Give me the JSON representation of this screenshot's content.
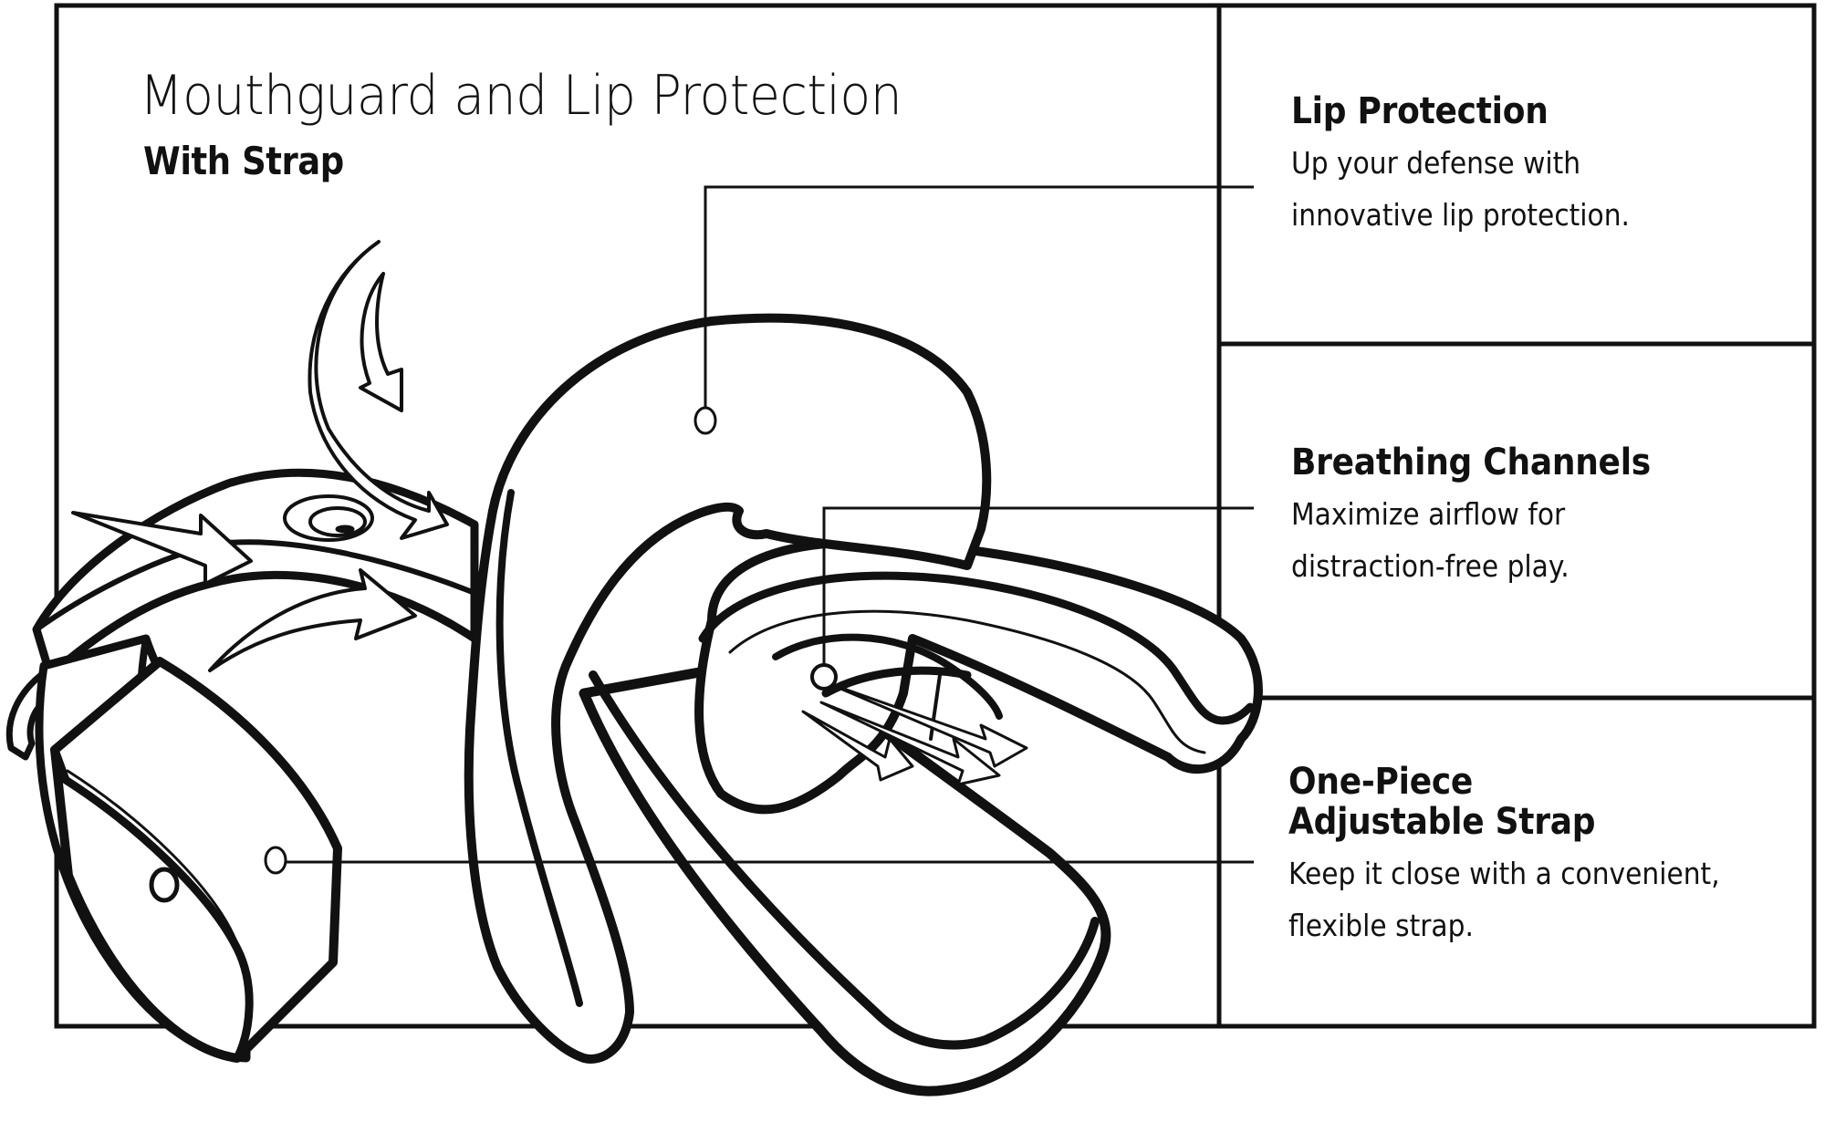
{
  "diagram": {
    "title": "Mouthguard and Lip Protection",
    "subtitle": "With Strap",
    "colors": {
      "ink": "#111111",
      "background": "#ffffff"
    },
    "features": [
      {
        "heading": "Lip Protection",
        "body_lines": [
          "Up your defense with",
          "innovative lip protection."
        ],
        "callout_point": "lip-guard"
      },
      {
        "heading": "Breathing Channels",
        "body_lines": [
          "Maximize airflow for",
          "distraction-free play."
        ],
        "callout_point": "breathing-channel"
      },
      {
        "heading_lines": [
          "One-Piece",
          "Adjustable Strap"
        ],
        "body_lines": [
          "Keep it close with a convenient,",
          "flexible strap."
        ],
        "callout_point": "strap"
      }
    ]
  }
}
